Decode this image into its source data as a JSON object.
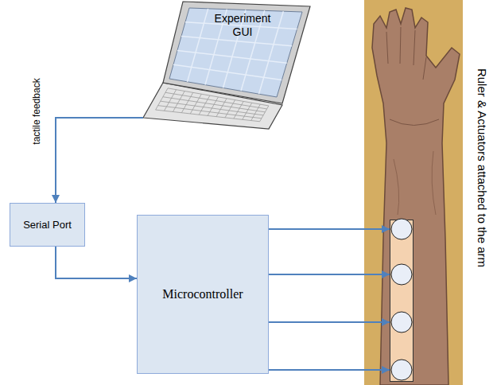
{
  "diagram": {
    "nodes": [
      {
        "text": [
          "Experiment GUI"
        ]
      },
      {
        "text": [
          "Serial Port"
        ]
      },
      {
        "text": [
          "Microcontroller"
        ]
      },
      {
        "text": [
          "Ruler & Actuators attached to the arm"
        ]
      }
    ],
    "edges": [
      {
        "from": 0,
        "to": 1,
        "arrow": "to",
        "label": "tactile feedback"
      },
      {
        "from": 1,
        "to": 2,
        "arrow": "to"
      },
      {
        "from": 2,
        "to": 3,
        "arrow": "to"
      },
      {
        "from": 2,
        "to": 3,
        "arrow": "to"
      },
      {
        "from": 2,
        "to": 3,
        "arrow": "to"
      },
      {
        "from": 2,
        "to": 3,
        "arrow": "to"
      }
    ]
  }
}
